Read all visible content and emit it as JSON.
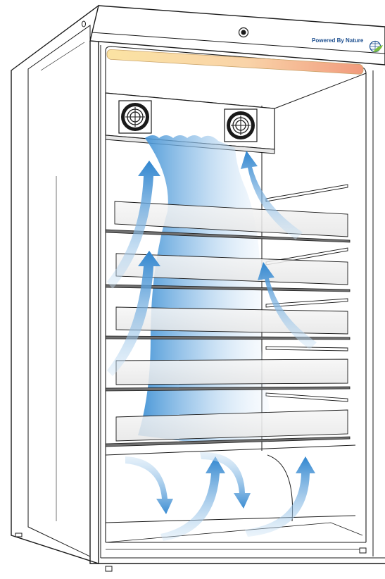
{
  "brand": {
    "text": "Powered By Nature",
    "text_color": "#1d4f8f",
    "logo": "globe-leaf-icon"
  },
  "colors": {
    "outline": "#1a1a1a",
    "cabinet_fill": "#ffffff",
    "shelf_fill": "#f2f2f2",
    "shelf_edge": "#6f6f6f",
    "airflow": "#3b8fd4",
    "airflow_light": "#cfe4f5",
    "light_bar": "#f4c27a"
  },
  "components": {
    "fans": 2,
    "shelves": 5,
    "lock": "lock-icon",
    "light": "led-light-bar"
  }
}
